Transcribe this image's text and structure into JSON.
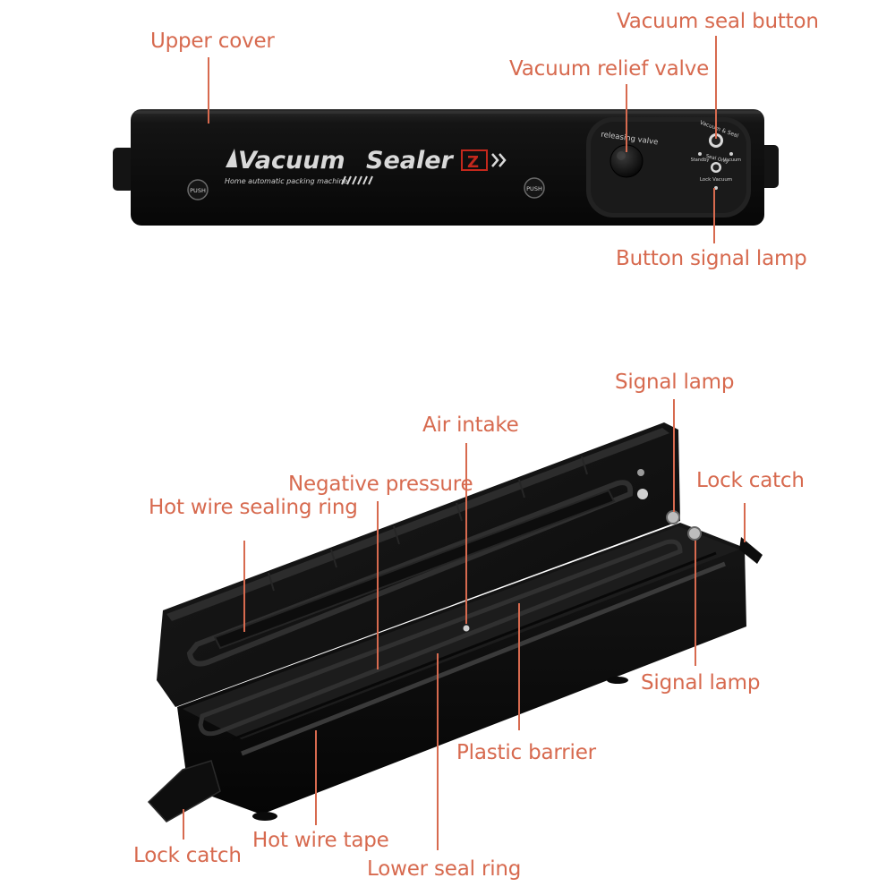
{
  "top_device": {
    "brand_prefix": "Vacuum",
    "brand_name": "Sealer",
    "brand_badge": "Z",
    "tagline": "Home automatic packing machine",
    "push_left": "PUSH",
    "push_right": "PUSH",
    "valve_label": "releasing valve",
    "panel_top": "Vacuum & Seal",
    "panel_stop": "Standby",
    "panel_vacuum": "Vacuum",
    "panel_mid": "Seal Only",
    "panel_bottom": "Lock Vacuum"
  },
  "callouts": {
    "upper_cover": "Upper cover",
    "vacuum_seal_button": "Vacuum seal button",
    "vacuum_relief_valve": "Vacuum relief valve",
    "button_signal_lamp": "Button signal lamp",
    "signal_lamp_top": "Signal lamp",
    "air_intake": "Air intake",
    "lock_catch_right": "Lock catch",
    "negative_pressure": "Negative pressure",
    "hot_wire_sealing_ring": "Hot wire sealing ring",
    "signal_lamp_bottom": "Signal lamp",
    "plastic_barrier": "Plastic barrier",
    "lock_catch_left": "Lock catch",
    "hot_wire_tape": "Hot wire tape",
    "lower_seal_ring": "Lower seal ring"
  },
  "colors": {
    "label": "#d76a4f",
    "device_body": "#0f0f0f",
    "brand_text": "#d9d9d9",
    "brand_red": "#c4281c"
  }
}
